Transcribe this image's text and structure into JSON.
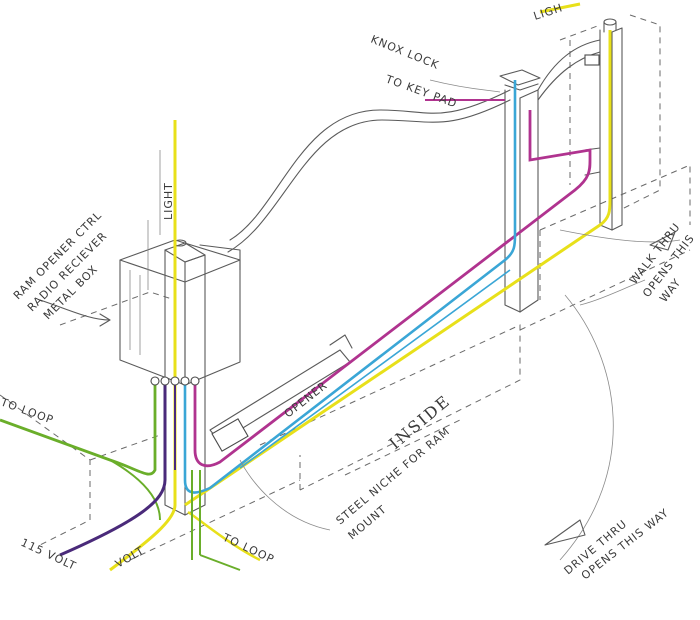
{
  "labels": {
    "box_1": "RAM OPENER CTRL",
    "box_2": "RADIO RECIEVER",
    "box_3": "METAL BOX",
    "light_left": "LIGHT",
    "light_right": "LIGH",
    "knox_lock": "KNOX LOCK",
    "keypad": "TO KEY PAD",
    "opener": "OPENER",
    "inside": "INSIDE",
    "niche_1": "STEEL NICHE FOR RAM",
    "niche_2": "MOUNT",
    "walk_1": "WALK THRU",
    "walk_2": "OPENS THIS",
    "walk_3": "WAY",
    "drive_1": "DRIVE THRU",
    "drive_2": "OPENS THIS WAY",
    "loop_left": "TO LOOP",
    "loop_bottom": "TO LOOP",
    "volt_115": "115 VOLT",
    "volt_short": "VOLT"
  },
  "colors": {
    "yellow": "#e8e01a",
    "magenta": "#b0338f",
    "cyan": "#3aa6d6",
    "green": "#6aae2a",
    "purple": "#4a2a7a",
    "pencil": "#5a5a5a"
  }
}
